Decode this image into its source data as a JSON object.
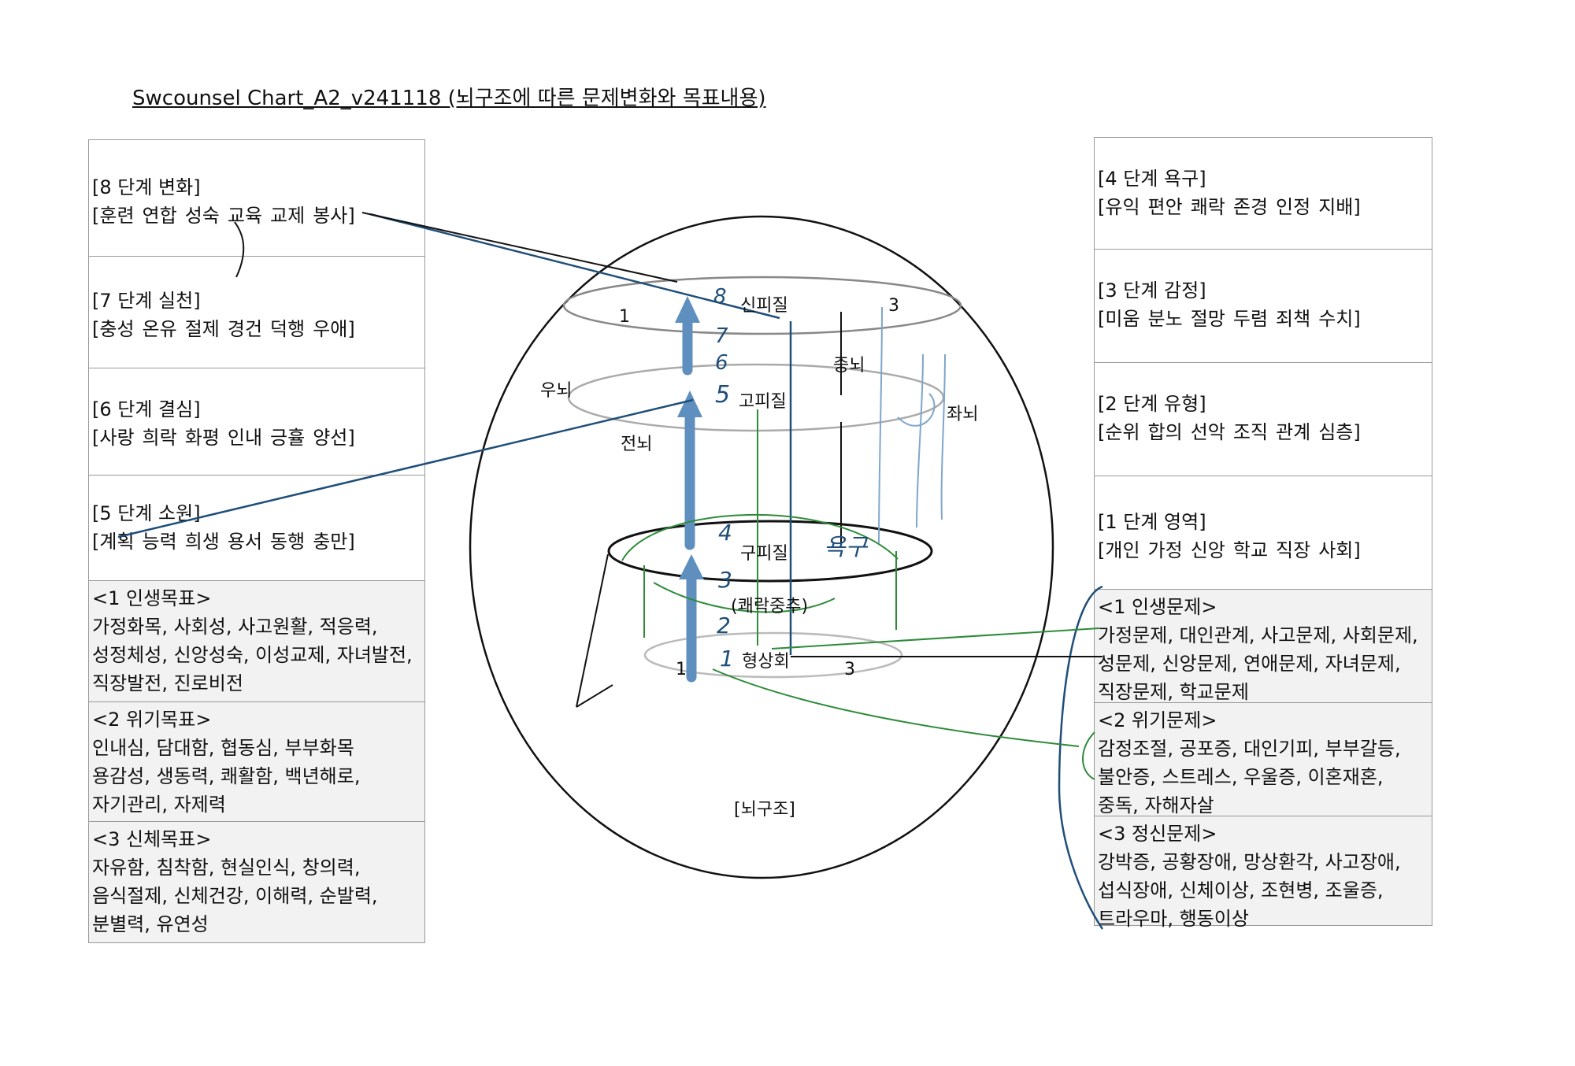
{
  "title": "Swcounsel Chart_A2_v241118 (뇌구조에 따른 문제변화와 목표내용)",
  "left_stages": [
    {
      "head": "[8 단계 변화]",
      "words": [
        "[훈련",
        "연합",
        "성숙",
        "교육",
        "교제",
        "봉사]"
      ]
    },
    {
      "head": "[7 단계 실천]",
      "words": [
        "[충성",
        "온유",
        "절제",
        "경건",
        "덕행",
        "우애]"
      ]
    },
    {
      "head": "[6 단계 결심]",
      "words": [
        "[사랑",
        "희락",
        "화평",
        "인내",
        "긍휼",
        "양선]"
      ]
    },
    {
      "head": "[5 단계 소원]",
      "words": [
        "[계획",
        "능력",
        "희생",
        "용서",
        "동행",
        "충만]"
      ]
    }
  ],
  "left_goals": [
    {
      "head": "<1 인생목표>",
      "lines": [
        "가정화목, 사회성, 사고원활, 적응력,",
        "성정체성, 신앙성숙, 이성교제, 자녀발전,",
        "직장발전, 진로비전"
      ]
    },
    {
      "head": "<2 위기목표>",
      "lines": [
        "인내심, 담대함, 협동심, 부부화목",
        "용감성, 생동력, 쾌활함, 백년해로,",
        "자기관리, 자제력"
      ]
    },
    {
      "head": "<3 신체목표>",
      "lines": [
        "자유함, 침착함, 현실인식, 창의력,",
        "음식절제, 신체건강, 이해력, 순발력,",
        "분별력, 유연성"
      ]
    }
  ],
  "right_stages": [
    {
      "head": "[4 단계 욕구]",
      "words": [
        "[유익",
        "편안",
        "쾌락",
        "존경",
        "인정",
        "지배]"
      ]
    },
    {
      "head": "[3 단계 감정]",
      "words": [
        "[미움",
        "분노",
        "절망",
        "두렴",
        "죄책",
        "수치]"
      ]
    },
    {
      "head": "[2 단계 유형]",
      "words": [
        "[순위",
        "합의",
        "선악",
        "조직",
        "관계",
        "심층]"
      ]
    },
    {
      "head": "[1 단계 영역]",
      "words": [
        "[개인",
        "가정",
        "신앙",
        "학교",
        "직장",
        "사회]"
      ]
    }
  ],
  "right_problems": [
    {
      "head": "<1 인생문제>",
      "lines": [
        "가정문제, 대인관계, 사고문제, 사회문제,",
        "성문제, 신앙문제, 연애문제, 자녀문제,",
        "직장문제, 학교문제"
      ]
    },
    {
      "head": "<2 위기문제>",
      "lines": [
        "감정조절, 공포증, 대인기피, 부부갈등,",
        "불안증, 스트레스, 우울증, 이혼재혼,",
        "중독, 자해자살"
      ]
    },
    {
      "head": "<3 정신문제>",
      "lines": [
        "강박증, 공황장애, 망상환각, 사고장애,",
        "섭식장애, 신체이상, 조현병, 조울증,",
        "트라우마, 행동이상"
      ]
    }
  ],
  "brain": {
    "caption": "[뇌구조]",
    "layers": {
      "neocortex": "신피질",
      "paleocortex": "고피질",
      "archicortex": "구피질",
      "hypothalamus": "형상회"
    },
    "regions": {
      "right": "우뇌",
      "left": "좌뇌",
      "mid": "중뇌",
      "front": "전뇌"
    },
    "pleasure_center": "(쾌락중추)",
    "numbers": {
      "n1_top": "1",
      "n3_top": "3",
      "n1_bottom": "1",
      "n3_bottom": "3"
    },
    "handwritten": {
      "s8": "8",
      "s7": "7",
      "s6": "6",
      "s5": "5",
      "s4": "4",
      "s3": "3",
      "s2": "2",
      "s1": "1",
      "emotion": "욕구"
    }
  },
  "colors": {
    "border": "#999999",
    "gray_cell": "#f2f2f2",
    "blue_arrow": "#5f8fbf",
    "green": "#2e8b3a",
    "navy": "#1f4e79",
    "ink": "#111111"
  }
}
